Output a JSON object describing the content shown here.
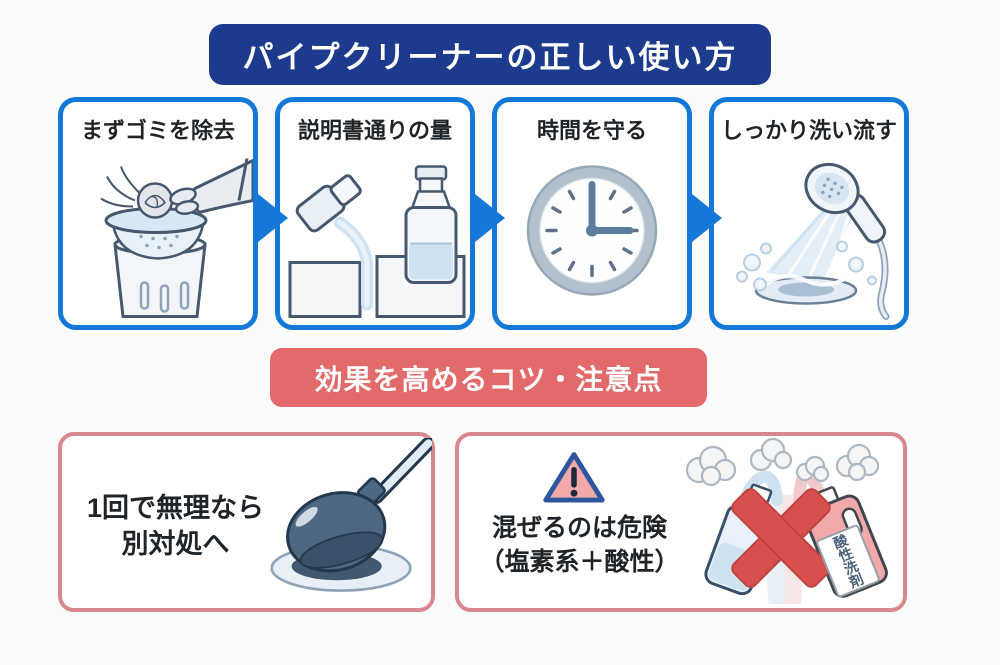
{
  "palette": {
    "navy": "#1d3b8c",
    "blue": "#1478d8",
    "coral": "#e26a6a",
    "rose": "#d8878f",
    "bg": "#fbfbfb",
    "panel_bg": "#ffffff",
    "text": "#1f2428",
    "red_x": "#d8504e",
    "warning_pink": "#f2a9a9",
    "warning_border": "#2e569e"
  },
  "header": {
    "title": "パイプクリーナーの正しい使い方"
  },
  "steps": [
    {
      "label": "まずゴミを除去",
      "icon": "hand-removing-debris-from-strainer-illustration"
    },
    {
      "label": "説明書通りの量",
      "icon": "pouring-measured-cleaner-illustration"
    },
    {
      "label": "時間を守る",
      "icon": "clock-icon"
    },
    {
      "label": "しっかり洗い流す",
      "icon": "shower-rinsing-drain-illustration"
    }
  ],
  "tips_header": {
    "title": "効果を高めるコツ・注意点"
  },
  "tips": [
    {
      "line1": "1回で無理なら",
      "line2": "別対処へ",
      "icon": "plunger-in-drain-illustration"
    },
    {
      "line1": "混ぜるのは危険",
      "line2": "（塩素系＋酸性）",
      "icon": "warning-triangle-icon",
      "jug_label": "酸性洗剤"
    }
  ]
}
